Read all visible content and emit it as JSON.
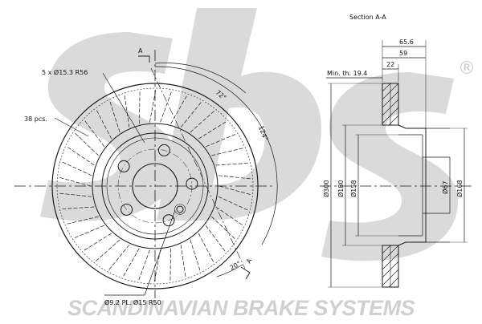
{
  "watermark": {
    "logo_text": "sbs",
    "registered_mark": "®",
    "tagline": "SCANDINAVIAN BRAKE SYSTEMS",
    "color": "#d9d9d9"
  },
  "front_view": {
    "bolt_holes": "5 x Ø15.3 R56",
    "vanes": "38 pcs.",
    "angle_72": "72°",
    "angle_124": "124°",
    "angle_20": "20°",
    "section_marker_top": "A",
    "section_marker_bottom": "A",
    "pin_hole": "Ø9.2 PL. Ø15 R50"
  },
  "section_view": {
    "title": "Section A-A",
    "dim_65_6": "65.6",
    "dim_59": "59",
    "dim_22": "22",
    "min_thickness": "Min. th. 19.4",
    "dia_300": "Ø300",
    "dia_180": "Ø180",
    "dia_158": "Ø158",
    "dia_67": "Ø67",
    "dia_168": "Ø168"
  },
  "colors": {
    "line": "#1a1a1a",
    "watermark": "#d9d9d9"
  }
}
